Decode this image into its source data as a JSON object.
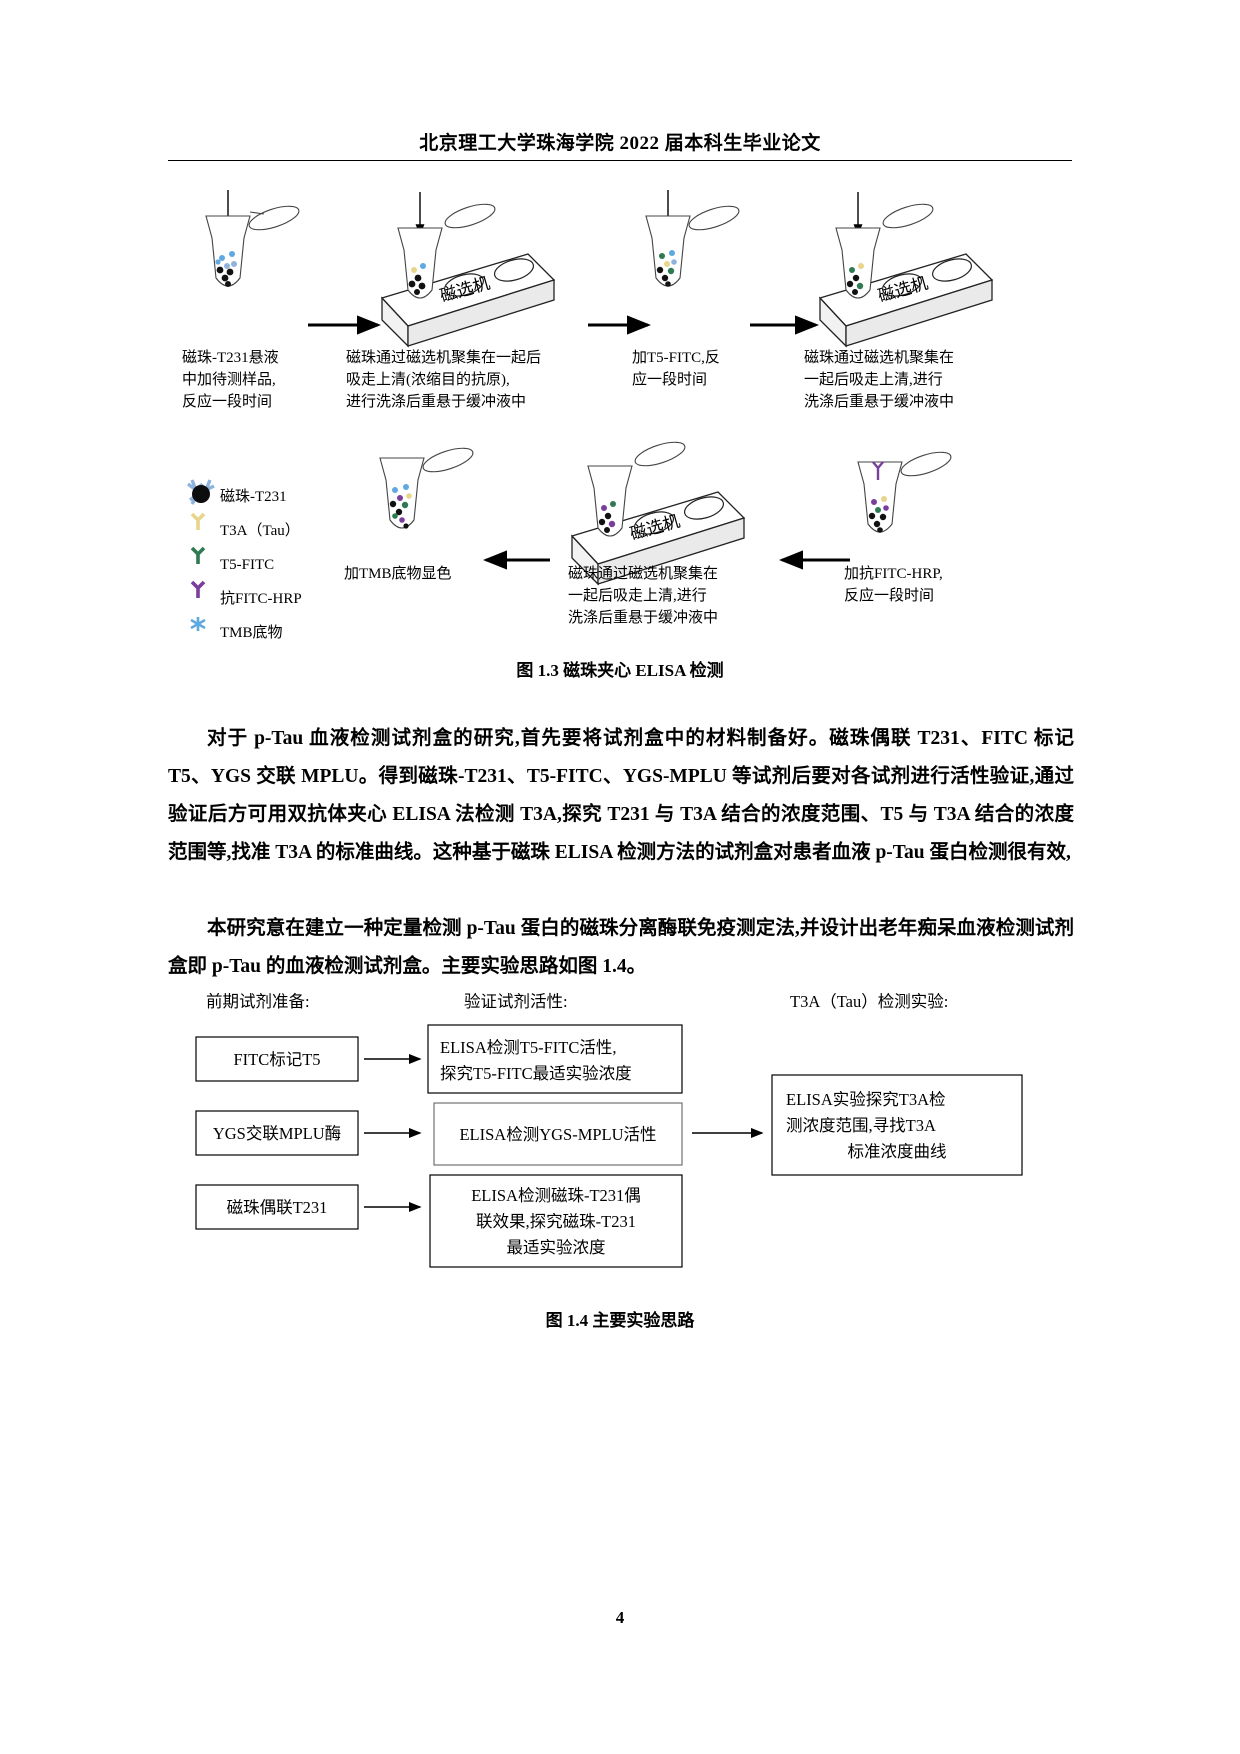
{
  "document": {
    "header": "北京理工大学珠海学院 2022 届本科生毕业论文",
    "page_number": "4"
  },
  "figure_1_3": {
    "caption": "图 1.3 磁珠夹心 ELISA 检测",
    "machine_label": "磁选机",
    "steps": [
      {
        "id": "step1",
        "lines": [
          "磁珠-T231悬液",
          "中加待测样品,",
          "反应一段时间"
        ]
      },
      {
        "id": "step2",
        "lines": [
          "磁珠通过磁选机聚集在一起后",
          "吸走上清(浓缩目的抗原),",
          "进行洗涤后重悬于缓冲液中"
        ]
      },
      {
        "id": "step3",
        "lines": [
          "加T5-FITC,反",
          "应一段时间"
        ]
      },
      {
        "id": "step4",
        "lines": [
          "磁珠通过磁选机聚集在",
          "一起后吸走上清,进行",
          "洗涤后重悬于缓冲液中"
        ]
      },
      {
        "id": "step5",
        "lines": [
          "加抗FITC-HRP,",
          "反应一段时间"
        ]
      },
      {
        "id": "step6",
        "lines": [
          "磁珠通过磁选机聚集在",
          "一起后吸走上清,进行",
          "洗涤后重悬于缓冲液中"
        ]
      },
      {
        "id": "step7",
        "lines": [
          "加TMB底物显色"
        ]
      }
    ],
    "legend": [
      {
        "label": "磁珠-T231",
        "color": "#8fb3dd",
        "marker": "bead"
      },
      {
        "label": "T3A（Tau）",
        "color": "#e8d48a",
        "marker": "y"
      },
      {
        "label": "T5-FITC",
        "color": "#2f7a52",
        "marker": "y"
      },
      {
        "label": "抗FITC-HRP",
        "color": "#7a3f9d",
        "marker": "y"
      },
      {
        "label": "TMB底物",
        "color": "#5fa8e0",
        "marker": "star"
      }
    ]
  },
  "body": {
    "paragraph_1": "对于 p-Tau 血液检测试剂盒的研究,首先要将试剂盒中的材料制备好。磁珠偶联 T231、FITC 标记 T5、YGS 交联 MPLU。得到磁珠-T231、T5-FITC、YGS-MPLU 等试剂后要对各试剂进行活性验证,通过验证后方可用双抗体夹心 ELISA 法检测 T3A,探究 T231 与 T3A 结合的浓度范围、T5 与 T3A 结合的浓度范围等,找准 T3A 的标准曲线。这种基于磁珠 ELISA 检测方法的试剂盒对患者血液 p-Tau 蛋白检测很有效,",
    "paragraph_2": "本研究意在建立一种定量检测 p-Tau 蛋白的磁珠分离酶联免疫测定法,并设计出老年痴呆血液检测试剂盒即 p-Tau 的血液检测试剂盒。主要实验思路如图 1.4。"
  },
  "figure_1_4": {
    "caption": "图 1.4 主要实验思路",
    "column_titles": [
      "前期试剂准备:",
      "验证试剂活性:",
      "T3A（Tau）检测实验:"
    ],
    "left_boxes": [
      {
        "text": "FITC标记T5"
      },
      {
        "text": "YGS交联MPLU酶"
      },
      {
        "text": "磁珠偶联T231"
      }
    ],
    "middle_boxes": [
      {
        "lines": [
          "ELISA检测T5-FITC活性,",
          "探究T5-FITC最适实验浓度"
        ]
      },
      {
        "lines": [
          "ELISA检测YGS-MPLU活性"
        ]
      },
      {
        "lines": [
          "ELISA检测磁珠-T231偶",
          "联效果,探究磁珠-T231",
          "最适实验浓度"
        ]
      }
    ],
    "right_box": {
      "lines": [
        "ELISA实验探究T3A检",
        "测浓度范围,寻找T3A",
        "标准浓度曲线"
      ]
    }
  }
}
